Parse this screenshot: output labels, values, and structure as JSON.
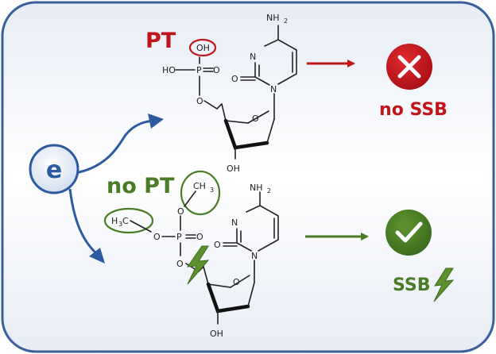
{
  "electron": {
    "label": "e"
  },
  "top": {
    "title": "PT",
    "phosphate_oh_circled": "OH",
    "phosphate_ho": "HO",
    "p": "P",
    "o_double": "O",
    "o_link": "O",
    "nh2": "NH",
    "nh2_sub": "2",
    "n3": "N",
    "n1": "N",
    "o_c2": "O",
    "o_ring": "O",
    "oh_3prime": "OH",
    "outcome": "no SSB"
  },
  "bottom": {
    "title": "no PT",
    "methyl_right": "CH",
    "methyl_right_sub": "3",
    "methyl_left": "H",
    "methyl_left_sub": "3",
    "methyl_left_c": "C",
    "o_upper": "O",
    "o_left": "O",
    "p": "P",
    "o_double": "O",
    "o_link": "O",
    "nh2": "NH",
    "nh2_sub": "2",
    "n3": "N",
    "n1": "N",
    "o_c2": "O",
    "o_ring": "O",
    "oh_3prime": "OH",
    "outcome": "SSB"
  },
  "colors": {
    "red": "#c0151b",
    "green": "#4a7c26",
    "blue": "#2c5aa0",
    "frame": "#3a5f9a"
  },
  "icons": [
    "x-icon",
    "check-icon",
    "lightning-icon"
  ]
}
